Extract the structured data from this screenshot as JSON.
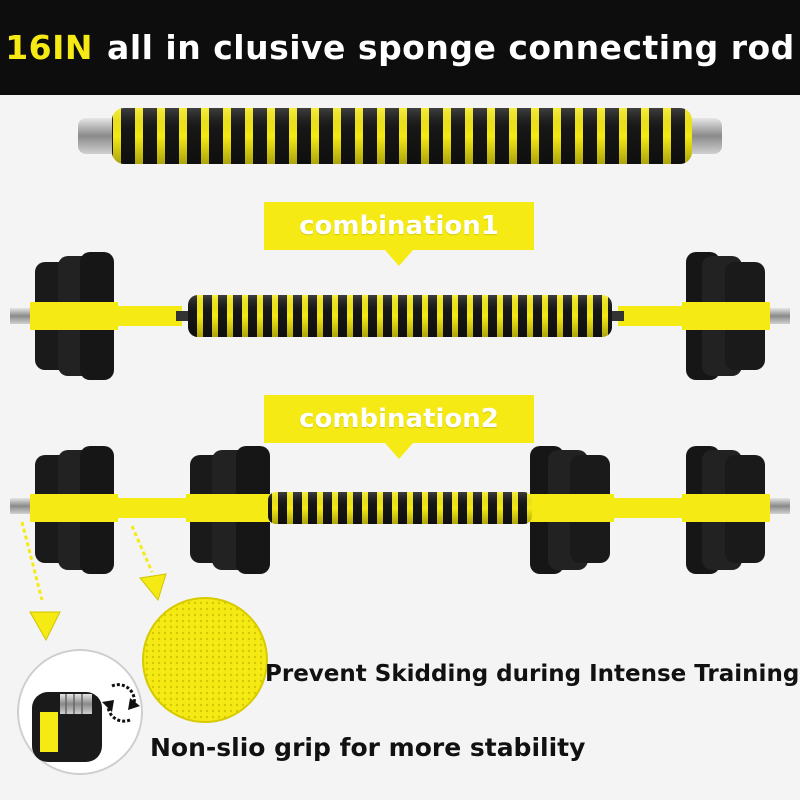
{
  "theme": {
    "accent": "#f5ea14",
    "black": "#151515"
  },
  "header": {
    "highlight": "16IN",
    "rest": "all in clusive sponge connecting rod"
  },
  "labels": {
    "combination1": "combination1",
    "combination2": "combination2"
  },
  "captions": {
    "skid": "Prevent Skidding during Intense Training",
    "grip": "Non-slio grip for more stability"
  },
  "icons": {
    "rotate": "rotate-arrows-icon",
    "pointer": "arrow-down-icon"
  }
}
